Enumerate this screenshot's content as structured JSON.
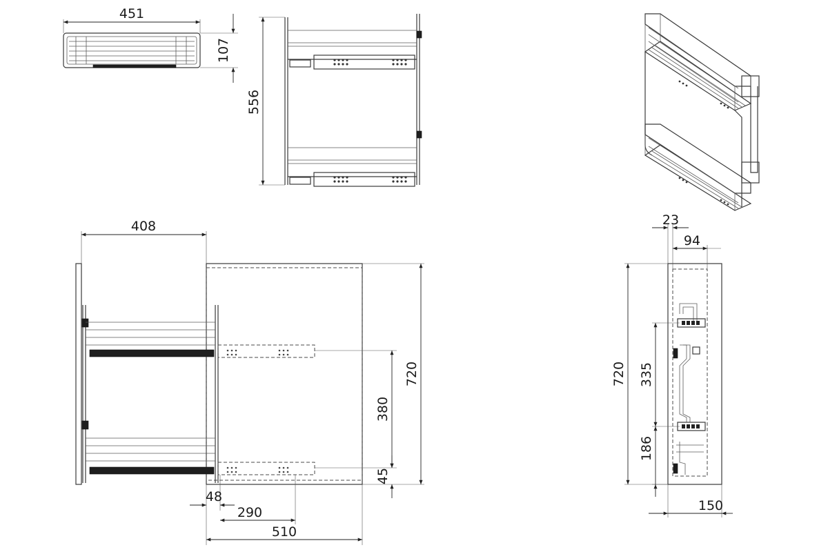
{
  "dimensions": {
    "top_width": "451",
    "top_height": "107",
    "side_height": "556",
    "front_width": "408",
    "front_height": "720",
    "front_shelf_spacing": "380",
    "front_bottom_offset": "45",
    "front_left_offset": "48",
    "front_depth_inner": "290",
    "front_depth_total": "510",
    "end_offset_small": "23",
    "end_offset_large": "94",
    "end_height": "720",
    "end_upper_gap": "335",
    "end_lower_gap": "186",
    "end_width": "150"
  },
  "icons": {
    "arrowhead": "dimension-arrowhead-icon"
  },
  "colors": {
    "line": "#3a3a3a",
    "rail": "#1e1e1e",
    "background": "#ffffff"
  }
}
